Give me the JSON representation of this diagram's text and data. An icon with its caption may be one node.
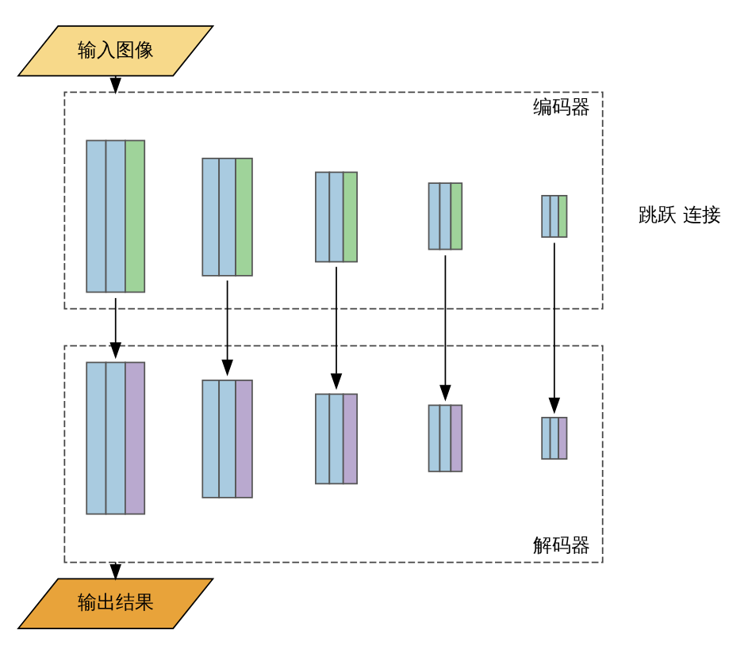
{
  "diagram": {
    "nodes": [
      {
        "text": [
          "编码器"
        ]
      },
      {
        "text": [],
        "shape": "bar",
        "in": 0
      },
      {
        "text": [],
        "shape": "bar",
        "in": 0
      },
      {
        "text": [],
        "shape": "bar",
        "in": 0
      },
      {
        "text": [],
        "shape": "bar",
        "in": 0
      },
      {
        "text": [],
        "shape": "bar",
        "in": 0
      },
      {
        "text": [
          "解码器"
        ]
      },
      {
        "text": [],
        "shape": "bar",
        "in": 6
      },
      {
        "text": [],
        "shape": "bar",
        "in": 6
      },
      {
        "text": [],
        "shape": "bar",
        "in": 6
      },
      {
        "text": [],
        "shape": "bar",
        "in": 6
      },
      {
        "text": [],
        "shape": "bar",
        "in": 6
      },
      {
        "text": [
          "输入图像"
        ]
      },
      {
        "text": [
          "输出结果"
        ]
      }
    ],
    "edges": [
      {
        "from": 12,
        "to": 0,
        "arrow": "to"
      },
      {
        "from": 1,
        "to": 7,
        "arrow": "to"
      },
      {
        "from": 2,
        "to": 8,
        "arrow": "to"
      },
      {
        "from": 3,
        "to": 9,
        "arrow": "to"
      },
      {
        "from": 4,
        "to": 10,
        "arrow": "to"
      },
      {
        "from": 5,
        "to": 11,
        "arrow": "to"
      },
      {
        "from": 6,
        "to": 13,
        "arrow": "to"
      }
    ],
    "labels": [
      "跳跃 连接"
    ]
  }
}
